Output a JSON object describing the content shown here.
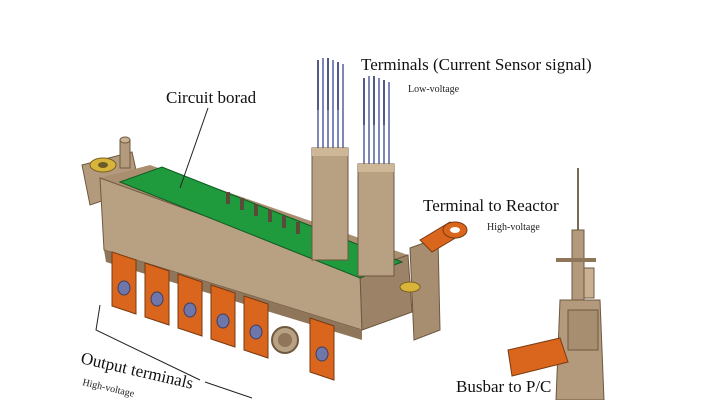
{
  "labels": {
    "circuit_board": "Circuit borad",
    "terminals_sensor": "Terminals (Current Sensor signal)",
    "terminals_sensor_sub": "Low-voltage",
    "terminal_reactor": "Terminal to Reactor",
    "terminal_reactor_sub": "High-voltage",
    "output_terminals": "Output terminals",
    "output_terminals_sub": "High-voltage",
    "busbar": "Busbar to P/C"
  },
  "colors": {
    "housing": "#b49a7c",
    "housing_dark": "#8f7559",
    "board": "#1f9a3c",
    "copper": "#d9661c",
    "terminal_pin": "#7f86b8",
    "ring": "#d8b43a"
  }
}
